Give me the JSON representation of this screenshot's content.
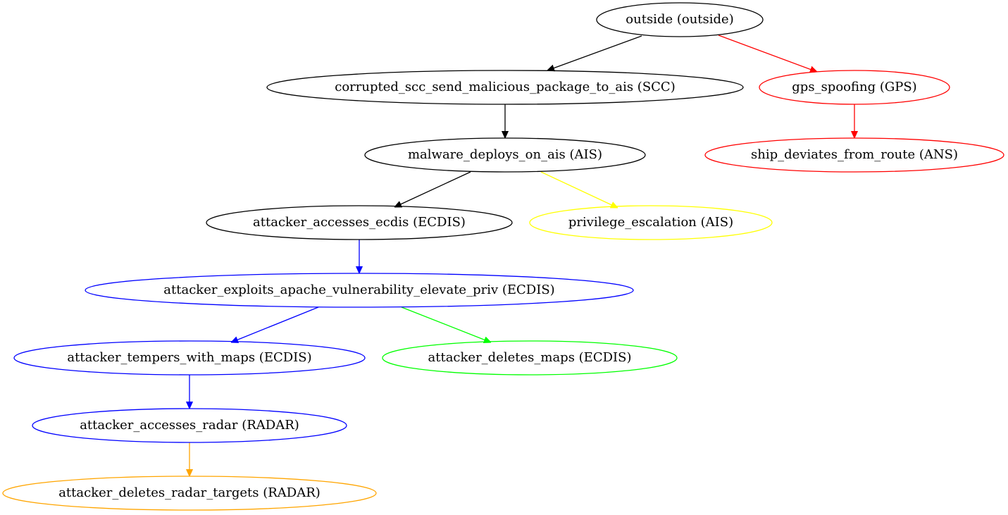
{
  "graph": {
    "nodes": [
      {
        "id": "outside",
        "label": "outside (outside)",
        "color": "#000000"
      },
      {
        "id": "corrupted_scc",
        "label": "corrupted_scc_send_malicious_package_to_ais (SCC)",
        "color": "#000000"
      },
      {
        "id": "gps_spoofing",
        "label": "gps_spoofing (GPS)",
        "color": "#ff0000"
      },
      {
        "id": "malware_ais",
        "label": "malware_deploys_on_ais (AIS)",
        "color": "#000000"
      },
      {
        "id": "ship_deviates",
        "label": "ship_deviates_from_route (ANS)",
        "color": "#ff0000"
      },
      {
        "id": "accesses_ecdis",
        "label": "attacker_accesses_ecdis (ECDIS)",
        "color": "#000000"
      },
      {
        "id": "priv_escalation",
        "label": "privilege_escalation (AIS)",
        "color": "#ffff00"
      },
      {
        "id": "apache_exploit",
        "label": "attacker_exploits_apache_vulnerability_elevate_priv (ECDIS)",
        "color": "#0000ff"
      },
      {
        "id": "tempers_maps",
        "label": "attacker_tempers_with_maps (ECDIS)",
        "color": "#0000ff"
      },
      {
        "id": "deletes_maps",
        "label": "attacker_deletes_maps (ECDIS)",
        "color": "#00ff00"
      },
      {
        "id": "accesses_radar",
        "label": "attacker_accesses_radar (RADAR)",
        "color": "#0000ff"
      },
      {
        "id": "deletes_radar",
        "label": "attacker_deletes_radar_targets (RADAR)",
        "color": "#ffa500"
      }
    ],
    "edges": [
      {
        "from": "outside",
        "to": "corrupted_scc",
        "color": "#000000"
      },
      {
        "from": "outside",
        "to": "gps_spoofing",
        "color": "#ff0000"
      },
      {
        "from": "corrupted_scc",
        "to": "malware_ais",
        "color": "#000000"
      },
      {
        "from": "gps_spoofing",
        "to": "ship_deviates",
        "color": "#ff0000"
      },
      {
        "from": "malware_ais",
        "to": "accesses_ecdis",
        "color": "#000000"
      },
      {
        "from": "malware_ais",
        "to": "priv_escalation",
        "color": "#ffff00"
      },
      {
        "from": "accesses_ecdis",
        "to": "apache_exploit",
        "color": "#0000ff"
      },
      {
        "from": "apache_exploit",
        "to": "tempers_maps",
        "color": "#0000ff"
      },
      {
        "from": "apache_exploit",
        "to": "deletes_maps",
        "color": "#00ff00"
      },
      {
        "from": "tempers_maps",
        "to": "accesses_radar",
        "color": "#0000ff"
      },
      {
        "from": "accesses_radar",
        "to": "deletes_radar",
        "color": "#ffa500"
      }
    ]
  }
}
